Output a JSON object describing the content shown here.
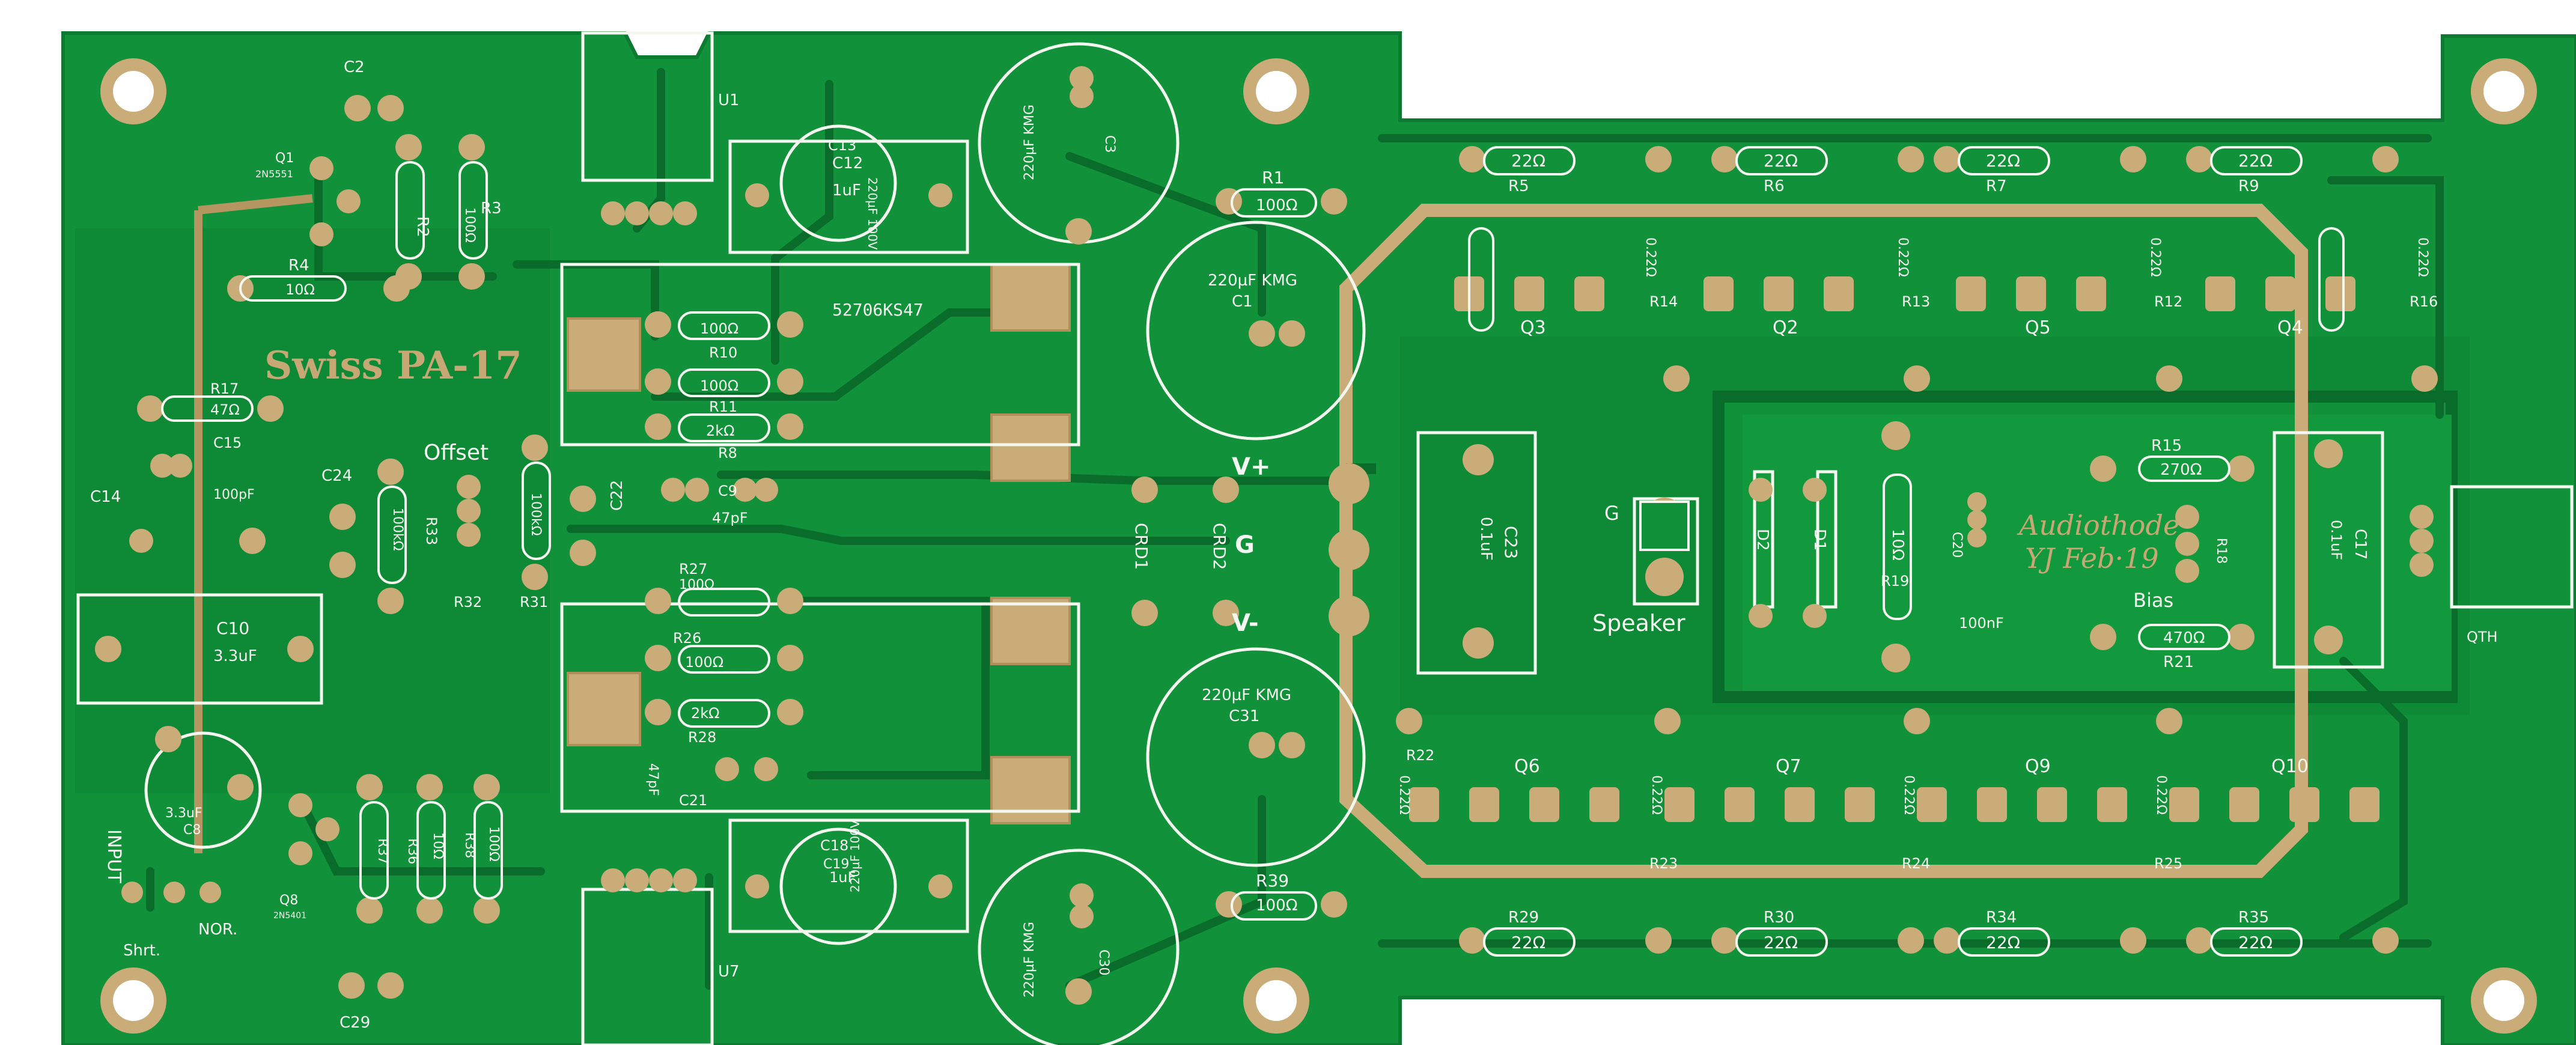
{
  "colors": {
    "mask": "#10913a",
    "mask_dark": "#0a6c2a",
    "copper": "#c9ac77",
    "silk": "#f4f7f0",
    "hole": "#0d3a18",
    "background": "#ffffff"
  },
  "board": {
    "title": "Swiss PA-17",
    "logo": "Audiothode",
    "date": "YJ Feb·19",
    "labels": {
      "u1": "U1",
      "u7": "U7",
      "offset": "Offset",
      "speaker": "Speaker",
      "bias": "Bias",
      "input": "INPUT",
      "shrt": "Shrt.",
      "nor": "NOR.",
      "qth": "QTH",
      "vplus": "V+",
      "g": "G",
      "vminus": "V-",
      "g_speaker": "G",
      "chip": "52706KS47"
    }
  },
  "components": {
    "C2": "C2",
    "Q1": "Q1",
    "q1_part": "2N5551",
    "R2": "R2",
    "R3": "R3",
    "r3_val": "100Ω",
    "R4": "R4",
    "r4_val": "10Ω",
    "R17": "R17",
    "r17_val": "47Ω",
    "C15": "C15",
    "c15_val": "100pF",
    "C14": "C14",
    "C24": "C24",
    "R33": "R33",
    "r33_val": "100kΩ",
    "R32": "R32",
    "R31": "R31",
    "r31_val": "100kΩ",
    "C22": "C22",
    "C10": "C10",
    "c10_val": "3.3uF",
    "C8": "C8",
    "c8_val": "3.3uF",
    "Q8": "Q8",
    "q8_part": "2N5401",
    "R37": "R37",
    "R36": "R36",
    "r36_val": "10Ω",
    "R38": "R38",
    "r38_val": "100Ω",
    "C29": "C29",
    "C12": "C12",
    "c12_val": "1uF",
    "C13": "C13",
    "c13_val": "220µF 100V",
    "C3": "C3",
    "c3_val": "220µF KMG",
    "R10": "R10",
    "r10_val": "100Ω",
    "R11": "R11",
    "r11_val": "100Ω",
    "R8": "R8",
    "r8_val": "2kΩ",
    "C9": "C9",
    "c9_val": "47pF",
    "R27": "R27",
    "r27_val": "100Ω",
    "R26": "R26",
    "r26_val": "100Ω",
    "R28": "R28",
    "r28_val": "2kΩ",
    "C21": "C21",
    "c21_val": "47pF",
    "C18": "C18",
    "c18_val": "1uF",
    "C19": "C19",
    "c19_val": "220µF 100V",
    "C30": "C30",
    "c30_val": "220µF KMG",
    "R1": "R1",
    "r1_val": "100Ω",
    "C1": "C1",
    "c1_val": "220µF KMG",
    "C31": "C31",
    "c31_val": "220µF KMG",
    "R39": "R39",
    "r39_val": "100Ω",
    "CRD1": "CRD1",
    "CRD2": "CRD2",
    "C23": "C23",
    "c23_val": "0.1uF",
    "D2": "D2",
    "D1": "D1",
    "R19": "R19",
    "r19_val": "10Ω",
    "C20": "C20",
    "c20_val": "100nF",
    "R15": "R15",
    "r15_val": "270Ω",
    "R18": "R18",
    "R21": "R21",
    "r21_val": "470Ω",
    "C17": "C17",
    "c17_val": "0.1uF",
    "R5": "R5",
    "R6": "R6",
    "R7": "R7",
    "R9": "R9",
    "r_top_val": "22Ω",
    "R29": "R29",
    "R30": "R30",
    "R34": "R34",
    "R35": "R35",
    "R14": "R14",
    "R13": "R13",
    "R12": "R12",
    "R16": "R16",
    "R22": "R22",
    "R23": "R23",
    "R24": "R24",
    "R25": "R25",
    "r_emit_val": "0.22Ω",
    "Q3": "Q3",
    "Q2": "Q2",
    "Q5": "Q5",
    "Q4": "Q4",
    "Q6": "Q6",
    "Q7": "Q7",
    "Q9": "Q9",
    "Q10": "Q10"
  }
}
